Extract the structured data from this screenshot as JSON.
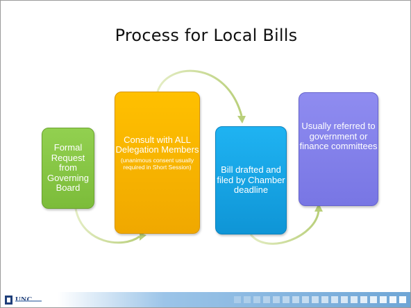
{
  "slide": {
    "title": "Process for Local Bills"
  },
  "steps": [
    {
      "main": "Formal Request from Governing Board",
      "sub": ""
    },
    {
      "main": "Consult with ALL Delegation Members",
      "sub": "(unanimous consent usually required in Short Session)"
    },
    {
      "main": "Bill drafted and filed by Chamber deadline",
      "sub": ""
    },
    {
      "main": "Usually referred to government or finance committees",
      "sub": ""
    }
  ],
  "footer": {
    "logo_text": "UNC"
  },
  "colors": {
    "step1": "#92d050",
    "step2": "#ffc000",
    "step3": "#1fb3f2",
    "step4": "#8f8cf0",
    "arrow": "#c5d88f"
  }
}
